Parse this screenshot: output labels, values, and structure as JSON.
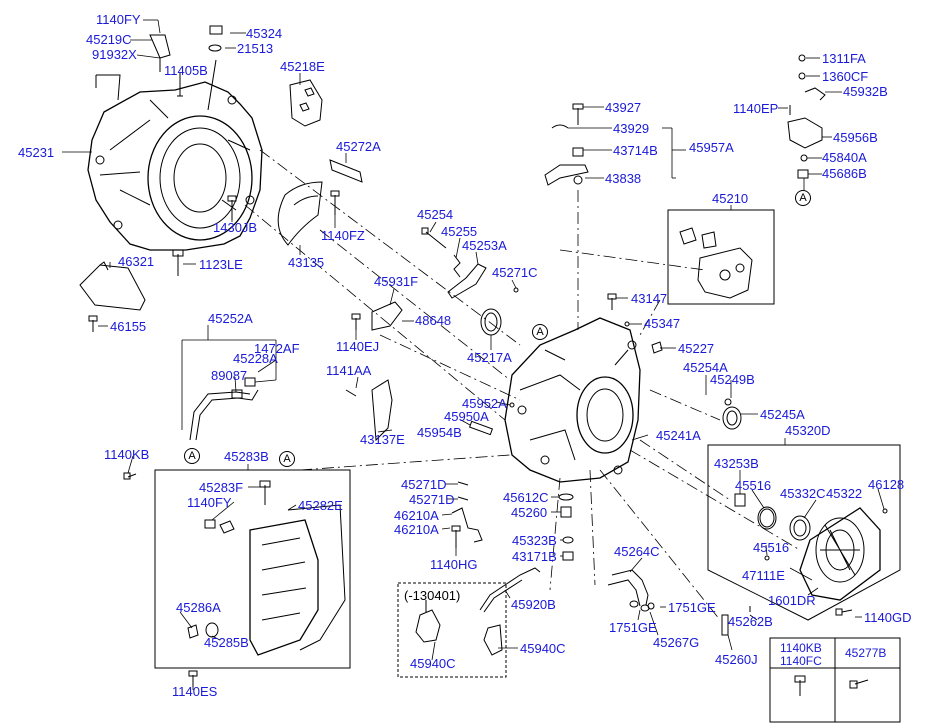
{
  "colors": {
    "label": "#1a1ad8",
    "line": "#000000",
    "background": "#ffffff"
  },
  "labels": {
    "l1140fy_top": "1140FY",
    "l45219c": "45219C",
    "l91932x": "91932X",
    "l45324": "45324",
    "l21513": "21513",
    "l11405b": "11405B",
    "l45218e": "45218E",
    "l45231": "45231",
    "l45272a": "45272A",
    "l1430jb": "1430JB",
    "l1140fz": "1140FZ",
    "l43135": "43135",
    "l46321": "46321",
    "l1123le": "1123LE",
    "l46155": "46155",
    "l43927": "43927",
    "l43929": "43929",
    "l43714b": "43714B",
    "l45957a": "45957A",
    "l43838": "43838",
    "l1311fa": "1311FA",
    "l1360cf": "1360CF",
    "l45932b": "45932B",
    "l1140ep": "1140EP",
    "l45956b": "45956B",
    "l45840a": "45840A",
    "l45686b": "45686B",
    "l45210": "45210",
    "l45254": "45254",
    "l45255": "45255",
    "l45253a": "45253A",
    "l45271c": "45271C",
    "l45931f": "45931F",
    "l48648": "48648",
    "l1140ej": "1140EJ",
    "l45217a": "45217A",
    "l43147": "43147",
    "l45347": "45347",
    "l45227": "45227",
    "l45254a": "45254A",
    "l45249b": "45249B",
    "l45252a": "45252A",
    "l1472af": "1472AF",
    "l45228a": "45228A",
    "l89087": "89087",
    "l1141aa": "1141AA",
    "l43137e": "43137E",
    "l45952a": "45952A",
    "l45950a": "45950A",
    "l45954b": "45954B",
    "l45241a": "45241A",
    "l45245a": "45245A",
    "l45320d": "45320D",
    "l1140kb": "1140KB",
    "l45283b": "45283B",
    "l45283f": "45283F",
    "l1140fy_mid": "1140FY",
    "l45282e": "45282E",
    "l45271d_1": "45271D",
    "l45271d_2": "45271D",
    "l46210a_1": "46210A",
    "l46210a_2": "46210A",
    "l1140hg": "1140HG",
    "l45612c": "45612C",
    "l45260": "45260",
    "l45323b": "45323B",
    "l43171b": "43171B",
    "l43253b": "43253B",
    "l45516_1": "45516",
    "l45332c": "45332C",
    "l45322": "45322",
    "l46128": "46128",
    "l45516_2": "45516",
    "l47111e": "47111E",
    "l1601dr": "1601DR",
    "l1140gd": "1140GD",
    "l45264c": "45264C",
    "l1751ge_1": "1751GE",
    "l1751ge_2": "1751GE",
    "l45267g": "45267G",
    "l45262b": "45262B",
    "l45260j": "45260J",
    "l45286a": "45286A",
    "l45285b": "45285B",
    "l1140es": "1140ES",
    "l130401": "(-130401)",
    "l45920b": "45920B",
    "l45940c_box": "45940C",
    "l45940c": "45940C"
  },
  "callouts": {
    "a1": "A",
    "a2": "A",
    "a3": "A",
    "a4": "A"
  },
  "table": {
    "col1_line1": "1140KB",
    "col1_line2": "1140FC",
    "col2": "45277B"
  }
}
